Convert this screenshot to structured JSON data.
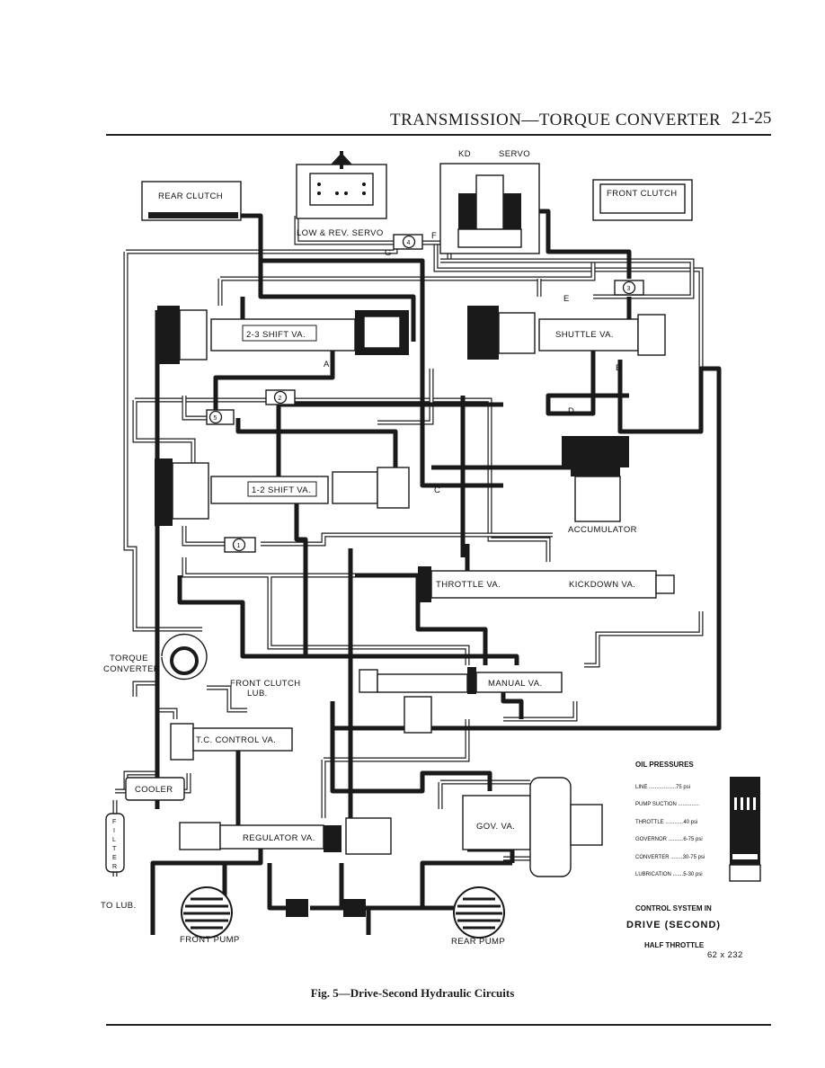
{
  "header": {
    "title": "TRANSMISSION—TORQUE CONVERTER",
    "page": "21-25"
  },
  "caption": "Fig. 5—Drive-Second Hydraulic Circuits",
  "diagram": {
    "components": {
      "rear_clutch": "REAR CLUTCH",
      "front_clutch": "FRONT CLUTCH",
      "low_rev_servo": "LOW & REV. SERVO",
      "kd": "KD",
      "servo": "SERVO",
      "shift_23": "2-3 SHIFT VA.",
      "shuttle": "SHUTTLE VA.",
      "shift_12": "1-2 SHIFT VA.",
      "accumulator": "ACCUMULATOR",
      "throttle": "THROTTLE VA.",
      "kickdown": "KICKDOWN VA.",
      "manual": "MANUAL VA.",
      "torque_converter_1": "TORQUE",
      "torque_converter_2": "CONVERTER",
      "front_clutch_lub_1": "FRONT CLUTCH",
      "front_clutch_lub_2": "LUB.",
      "tc_control": "T.C. CONTROL VA.",
      "cooler": "COOLER",
      "filter": [
        "F",
        "I",
        "L",
        "T",
        "E",
        "R"
      ],
      "to_lub": "TO LUB.",
      "regulator": "REGULATOR VA.",
      "gov": "GOV. VA.",
      "front_pump": "FRONT PUMP",
      "rear_pump": "REAR PUMP"
    },
    "passage_letters": {
      "a": "A",
      "b": "B",
      "c": "C",
      "d": "D",
      "e": "E",
      "f": "F",
      "g": "G"
    },
    "check_valves": [
      "1",
      "2",
      "3",
      "4",
      "5"
    ]
  },
  "legend": {
    "title": "OIL PRESSURES",
    "items": [
      {
        "label": "LINE ..................75 psi",
        "pattern": "solid"
      },
      {
        "label": "PUMP SUCTION ..............",
        "pattern": "striped"
      },
      {
        "label": "THROTTLE ............40 psi",
        "pattern": "solid"
      },
      {
        "label": "GOVERNOR ..........6-75 psi",
        "pattern": "solid"
      },
      {
        "label": "CONVERTER ........30-75 psi",
        "pattern": "double"
      },
      {
        "label": "LUBRICATION .......5-30 psi",
        "pattern": "outline"
      }
    ],
    "control_system": "CONTROL SYSTEM IN",
    "mode": "DRIVE (SECOND)",
    "throttle": "HALF THROTTLE",
    "code": "62 x 232"
  },
  "colors": {
    "ink": "#1a1a1a",
    "paper": "#ffffff"
  }
}
